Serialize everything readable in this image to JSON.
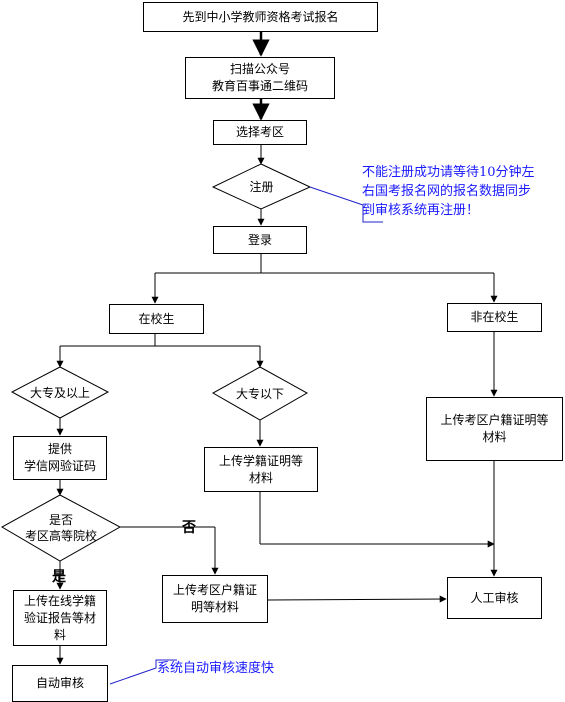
{
  "nodes": {
    "start": "先到中小学教师资格考试报名",
    "scan_line1": "扫描公众号",
    "scan_line2": "教育百事通二维码",
    "select_area": "选择考区",
    "register": "注册",
    "login": "登录",
    "in_school": "在校生",
    "not_in_school": "非在校生",
    "college_above": "大专及以上",
    "college_below": "大专以下",
    "provide_line1": "提供",
    "provide_line2": "学信网验证码",
    "is_local_line1": "是否",
    "is_local_line2": "考区高等院校",
    "upload_student_line1": "上传学籍证明等",
    "upload_student_line2": "材料",
    "upload_hukou_right_line1": "上传考区户籍证明等",
    "upload_hukou_right_line2": "材料",
    "upload_hukou_mid_line1": "上传考区户籍证",
    "upload_hukou_mid_line2": "明等材料",
    "upload_online_line1": "上传在线学籍",
    "upload_online_line2": "验证报告等材",
    "upload_online_line3": "料",
    "manual_review": "人工审核",
    "auto_review": "自动审核"
  },
  "edge_labels": {
    "no": "否",
    "yes": "是"
  },
  "notes": {
    "register_note_line1": "不能注册成功请等待10分钟左",
    "register_note_line2": "右国考报名网的报名数据同步",
    "register_note_line3": "到审核系统再注册！",
    "auto_note": "系统自动审核速度快"
  },
  "colors": {
    "line": "#000000",
    "note_text": "#1a1aff",
    "note_line": "#2222cc"
  }
}
